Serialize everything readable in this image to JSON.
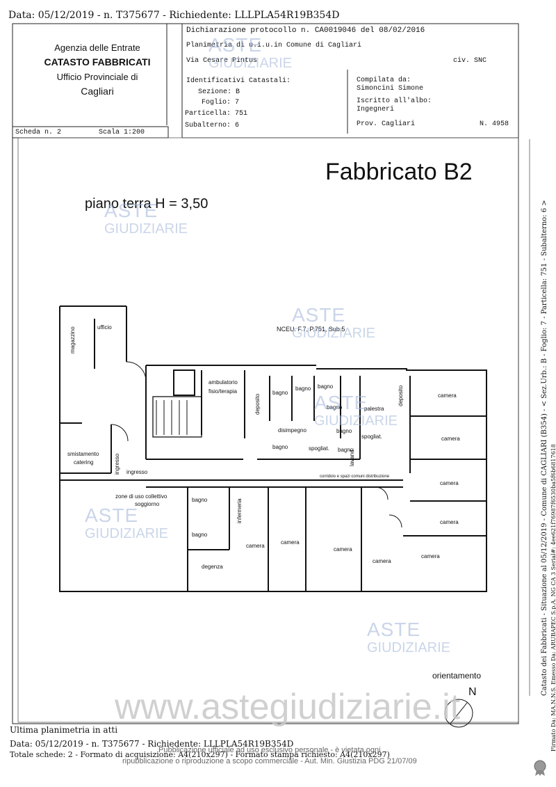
{
  "header": {
    "top_line": "Data: 05/12/2019 - n. T375677 - Richiedente: LLLPLA54R19B354D"
  },
  "agency": {
    "line1": "Agenzia delle Entrate",
    "line2": "CATASTO FABBRICATI",
    "line3": "Ufficio Provinciale di",
    "line4": "Cagliari"
  },
  "protocol": {
    "dichiarazione": "Dichiarazione protocollo n. CA0019046 del  08/02/2016",
    "planimetria": "Planimetria di u.i.u.in Comune di Cagliari",
    "via": "Via Cesare Pintus",
    "civ": "civ. SNC",
    "identificativi": "Identificativi Catastali:",
    "sezione": "Sezione: B",
    "foglio": "Foglio: 7",
    "particella": "Particella: 751",
    "subalterno": "Subalterno: 6",
    "compilata": "Compilata da:",
    "compilatore": "Simoncini Simone",
    "iscritto": "Iscritto all'albo:",
    "albo": "Ingegneri",
    "prov": "Prov. Cagliari",
    "numero": "N. 4958"
  },
  "scheda": {
    "numero": "Scheda n. 2",
    "scala": "Scala 1:200"
  },
  "plan": {
    "title": "Fabbricato B2",
    "floor": "piano terra H = 3,50",
    "ncu": "NCEU. F.7, P.751, Sub.5",
    "rooms": {
      "magazzino": "magazzino",
      "ufficio": "ufficio",
      "ambulatorio": "ambulatorio",
      "fisio": "fisio/terapia",
      "deposito1": "deposito",
      "bagno1": "bagno",
      "bagno2": "bagno",
      "bagno3": "bagno",
      "bagno4": "bagno",
      "deposito2": "deposito",
      "camera1": "camera",
      "palestra": "palestra",
      "disimpegno": "disimpegno",
      "spogliat": "spogliat.",
      "camera2": "camera",
      "bagno5": "bagno",
      "bagno6": "bagno",
      "spogliat2": "spogliat.",
      "bagno7": "bagno",
      "lavand": "lavand.",
      "smistamento": "smistamento",
      "catering": "catering",
      "ingresso1": "ingresso",
      "ingresso2": "ingresso",
      "corridoio": "corridoio e spazi comuni distribuzione",
      "camera3": "camera",
      "zone1": "zone di uso collettivo",
      "zone2": "soggiorno",
      "bagno8": "bagno",
      "bagno9": "bagno",
      "infermeria": "infermeria",
      "camera4": "camera",
      "camera5": "camera",
      "camera6": "camera",
      "camera7": "camera",
      "camera8": "camera",
      "camera9": "camera",
      "degenza": "degenza"
    },
    "orientamento": "orientamento",
    "north": "N"
  },
  "footer": {
    "ultima": "Ultima planimetria in atti",
    "line1": "Data: 05/12/2019 - n. T375677 - Richiedente: LLLPLA54R19B354D",
    "line2": "Totale schede: 2 - Formato di acquisizione: A4(210x297) - Formato stampa richiesto: A4(210x297)"
  },
  "side": {
    "text1": "Catasto dei Fabbricati - Situazione al 05/12/2019 - Comune di CAGLIARI (B354) - < Sez.Urb.: B - Foglio: 7 - Particella: 751 - Subalterno: 6 >",
    "text2": "Firmato Da: MA.N.N.S. Emesso Da: ARUBAPEC S.p.A. NG CA 3 Serial#: 4ee621f76987f6530ba5f6b6817618"
  },
  "watermark": {
    "brand_top": "ASTE",
    "brand_bottom": "GIUDIZIARIE",
    "site": "www.astegiudiziarie.it",
    "disclaimer1": "Pubblicazione ufficiale ad uso esclusivo personale - è vietata ogni",
    "disclaimer2": "ripubblicazione o riproduzione a scopo commerciale - Aut. Min. Giustizia PDG 21/07/09"
  }
}
